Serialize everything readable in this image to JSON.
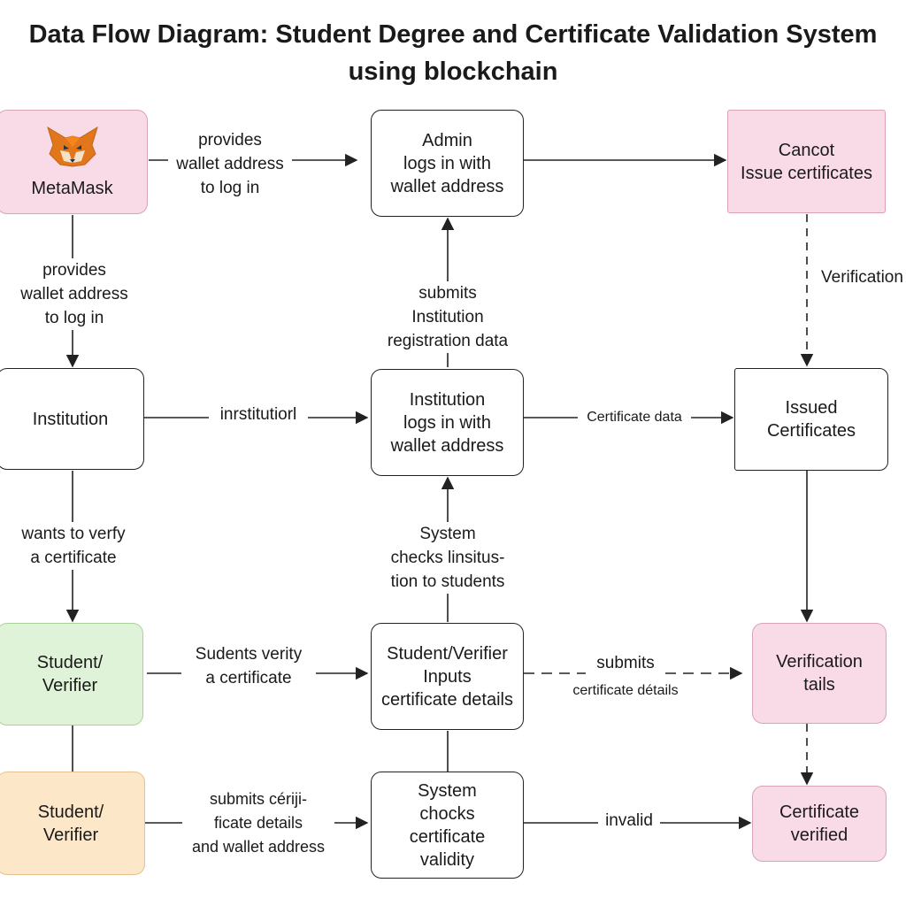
{
  "title": {
    "line1": "Data  Flow Diagram: Student Degree and Certificate Validation System",
    "line2": "using blockchain"
  },
  "nodes": {
    "metamask": "MetaMask",
    "admin": "Admin\nlogs in with\nwallet address",
    "cancot": "Cancot\nIssue certificates",
    "institution": "Institution",
    "inst_login": "Institution\nlogs in with\nwallet address",
    "issued": "Issued\nCertificates",
    "student_green": "Student/\nVerifier",
    "student_inputs": "Student/Verifier\nInputs\ncertificate details",
    "verif_tails": "Verification\ntails",
    "student_peach": "Student/\nVerifier",
    "system_checks": "System\nchocks\ncertificate\nvalidity",
    "cert_verified": "Certificate\nverified"
  },
  "edges": {
    "mm_to_admin": "provides\nwallet address\nto log in",
    "mm_to_inst": "provides\nwallet address\nto log in",
    "submits_reg": "submits\nInstitution\nregistration data",
    "verification": "Verification",
    "inst_to_login": "inrstitutiorl",
    "cert_data": "Certificate data",
    "wants_verify": "wants to verfy\na certificate",
    "system_checks_inst": "System\nchecks linsitus-\ntion to students",
    "students_verity": "Sudents verity\na certificate",
    "submits_details": "submits",
    "cert_details": "certificate détails",
    "submits_ceriji": "submits cériji-\nficate details\nand wallet address",
    "invalid": "invalid"
  },
  "colors": {
    "pink": "#f9dbe7",
    "green": "#dff3d8",
    "peach": "#fde7c9",
    "stroke": "#222222"
  }
}
